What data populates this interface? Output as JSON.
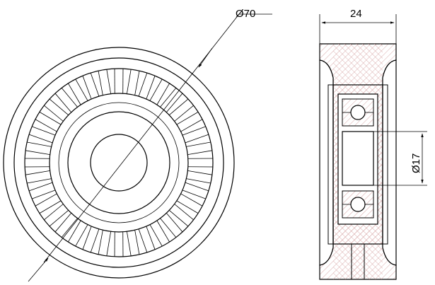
{
  "dimensions": {
    "outer_diameter": "Ø70",
    "width": "24",
    "bore_diameter": "Ø17"
  },
  "colors": {
    "line": "#000000",
    "hatch": "#d8a8a8",
    "background": "#ffffff"
  }
}
